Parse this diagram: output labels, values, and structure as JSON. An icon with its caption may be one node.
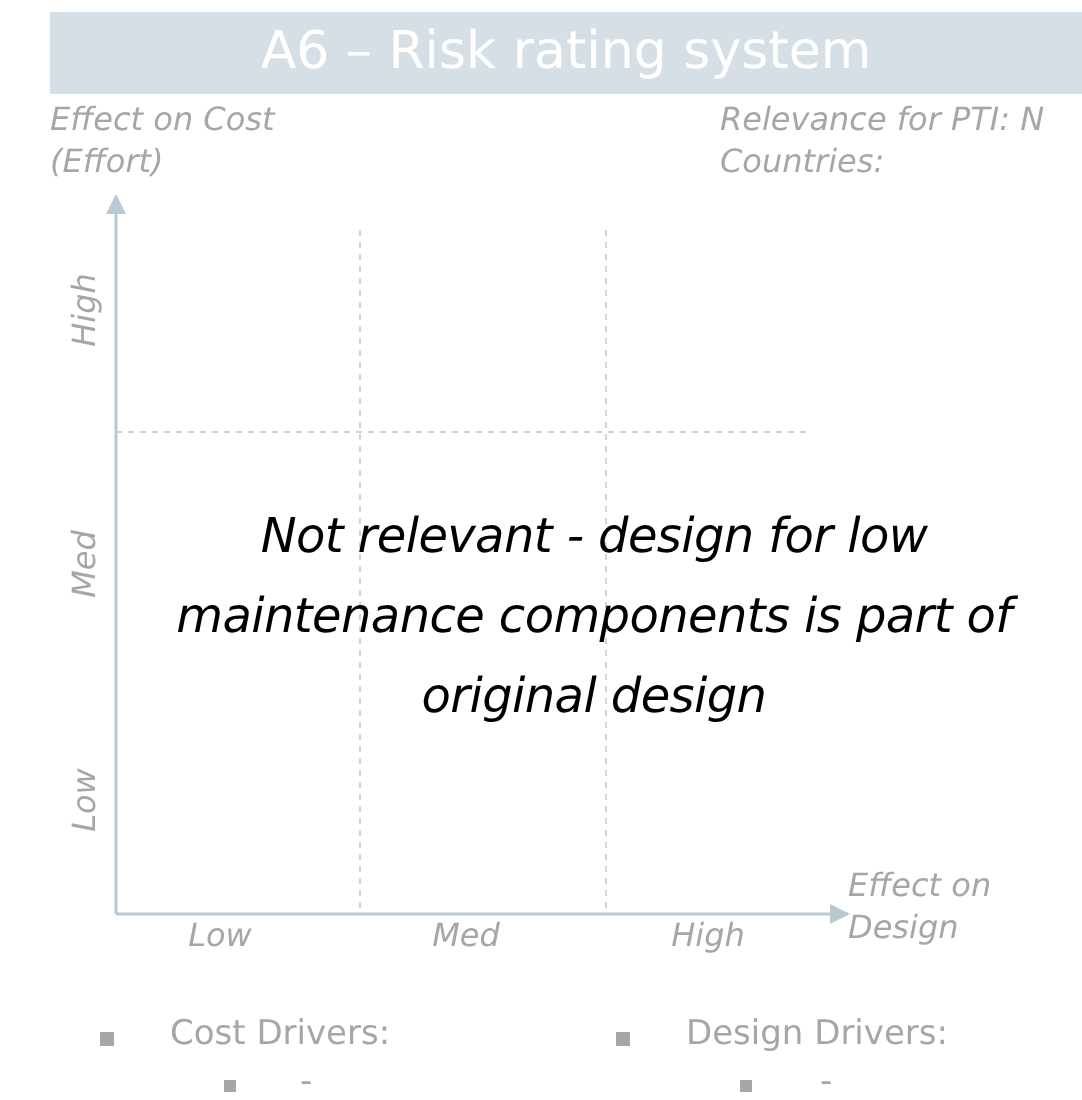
{
  "diagram": {
    "title": "A6 – Risk rating system",
    "labels": [
      "Effect on Cost (Effort)",
      "Relevance for PTI: N",
      "Countries:",
      "High",
      "Med",
      "Not relevant - design for low maintenance components is part of original design",
      "Low",
      "Effect on Design",
      "Low",
      "Med",
      "High",
      "Cost Drivers:",
      "Design Drivers:",
      "-",
      "-"
    ]
  }
}
